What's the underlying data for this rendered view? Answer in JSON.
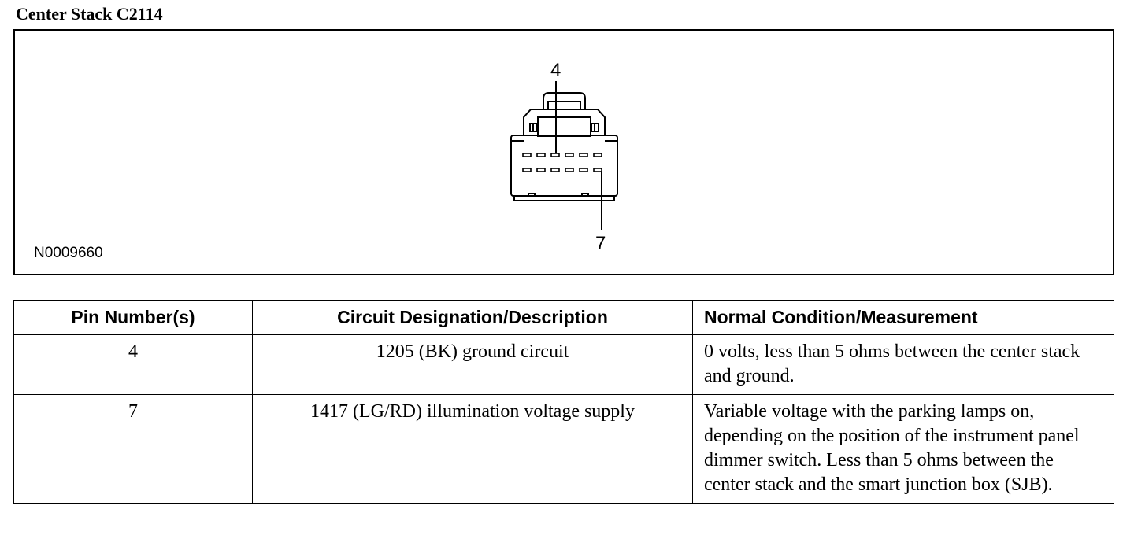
{
  "title": "Center Stack C2114",
  "figure": {
    "id": "N0009660",
    "callouts": {
      "top": "4",
      "bottom": "7"
    }
  },
  "table": {
    "headers": {
      "pin": "Pin Number(s)",
      "circuit": "Circuit Designation/Description",
      "condition": "Normal Condition/Measurement"
    },
    "rows": [
      {
        "pin": "4",
        "circuit": "1205 (BK) ground circuit",
        "condition": "0 volts, less than 5 ohms between the center stack and ground."
      },
      {
        "pin": "7",
        "circuit": "1417 (LG/RD) illumination voltage supply",
        "condition": "Variable voltage with the parking lamps on, depending on the position of the instrument panel dimmer switch. Less than 5 ohms between the center stack and the smart junction box (SJB)."
      }
    ]
  }
}
